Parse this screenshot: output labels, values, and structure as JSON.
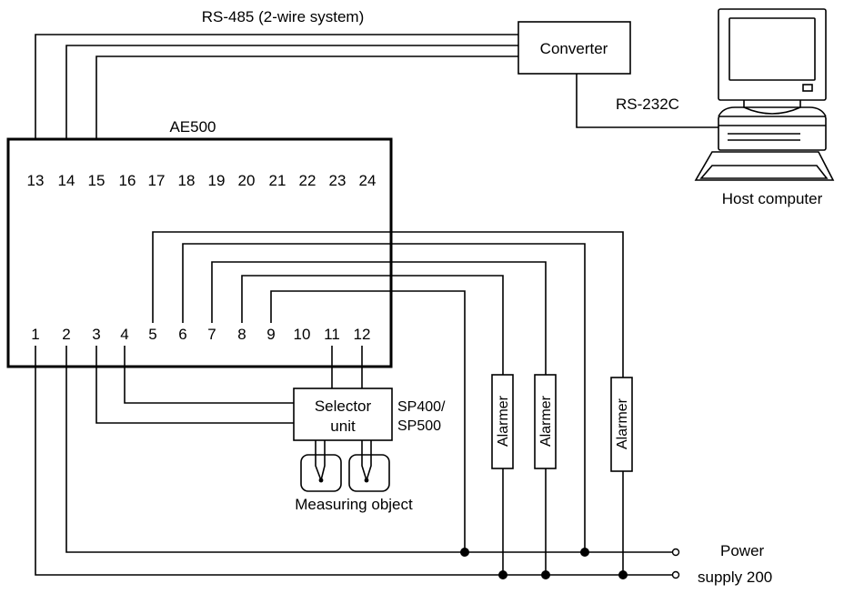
{
  "labels": {
    "rs485": "RS-485 (2-wire system)",
    "converter": "Converter",
    "rs232": "RS-232C",
    "host": "Host computer",
    "device": "AE500",
    "selector_line1": "Selector",
    "selector_line2": "unit",
    "sp_line1": "SP400/",
    "sp_line2": "SP500",
    "measuring": "Measuring object",
    "alarmer": "Alarmer",
    "power_line1": "Power",
    "power_line2": "supply 200"
  },
  "terminals_top": [
    "13",
    "14",
    "15",
    "16",
    "17",
    "18",
    "19",
    "20",
    "21",
    "22",
    "23",
    "24"
  ],
  "terminals_bottom": [
    "1",
    "2",
    "3",
    "4",
    "5",
    "6",
    "7",
    "8",
    "9",
    "10",
    "11",
    "12"
  ],
  "alarmers": [
    "Alarmer",
    "Alarmer",
    "Alarmer"
  ]
}
